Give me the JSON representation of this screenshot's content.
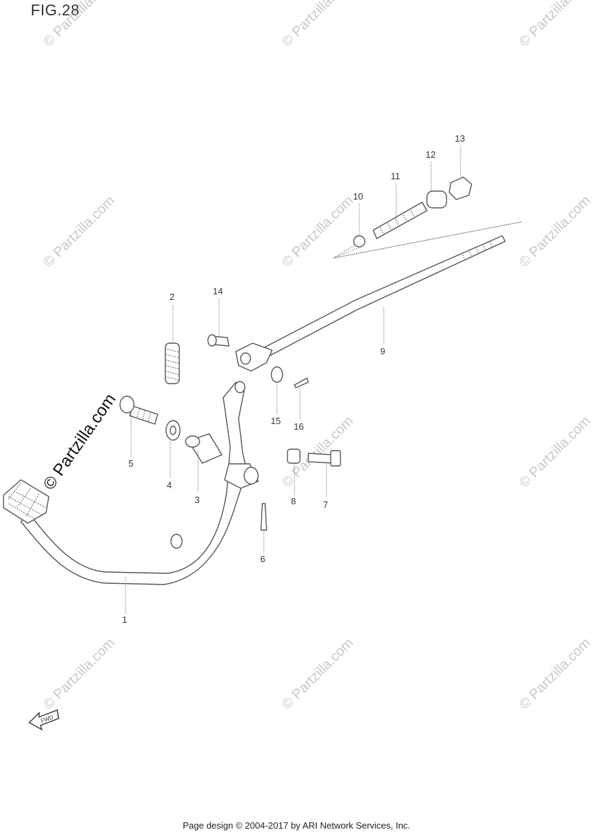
{
  "figure": {
    "title": "FIG.28"
  },
  "footer": {
    "text": "Page design © 2004-2017 by ARI Network Services, Inc."
  },
  "watermark": {
    "text": "© Partzilla.com"
  },
  "direction_label": "FWD",
  "callouts": [
    "1",
    "2",
    "3",
    "4",
    "5",
    "6",
    "7",
    "8",
    "9",
    "10",
    "11",
    "12",
    "13",
    "14",
    "15",
    "16"
  ]
}
